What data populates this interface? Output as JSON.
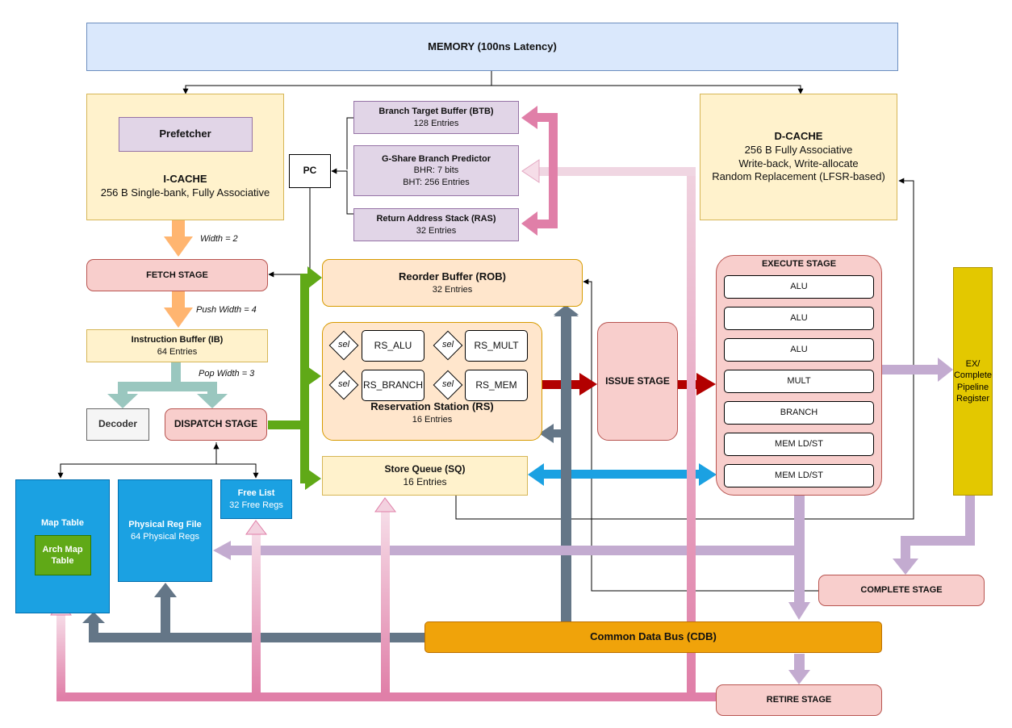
{
  "memory": {
    "label": "MEMORY (100ns Latency)"
  },
  "icache": {
    "prefetcher": "Prefetcher",
    "title": "I-CACHE",
    "desc": "256 B Single-bank, Fully Associative"
  },
  "dcache": {
    "title": "D-CACHE",
    "line1": "256 B Fully Associative",
    "line2": "Write-back, Write-allocate",
    "line3": "Random Replacement (LFSR-based)"
  },
  "btb": {
    "title": "Branch Target Buffer (BTB)",
    "desc": "128 Entries"
  },
  "gshare": {
    "title": "G-Share Branch Predictor",
    "line1": "BHR: 7 bits",
    "line2": "BHT: 256 Entries"
  },
  "ras": {
    "title": "Return Address Stack (RAS)",
    "desc": "32 Entries"
  },
  "pc": {
    "label": "PC"
  },
  "fetch": {
    "label": "FETCH STAGE"
  },
  "width_label": "Width = 2",
  "push_width_label": "Push Width = 4",
  "pop_width_label": "Pop Width = 3",
  "ib": {
    "title": "Instruction Buffer (IB)",
    "desc": "64 Entries"
  },
  "decoder": {
    "label": "Decoder"
  },
  "dispatch": {
    "label": "DISPATCH STAGE"
  },
  "rob": {
    "title": "Reorder Buffer (ROB)",
    "desc": "32 Entries"
  },
  "rs": {
    "title": "Reservation Station (RS)",
    "desc": "16 Entries",
    "sel_label": "sel",
    "units": [
      "RS_ALU",
      "RS_MULT",
      "RS_BRANCH",
      "RS_MEM"
    ]
  },
  "sq": {
    "title": "Store Queue (SQ)",
    "desc": "16 Entries"
  },
  "issue": {
    "label": "ISSUE STAGE"
  },
  "execute": {
    "title": "EXECUTE STAGE",
    "units": [
      "ALU",
      "ALU",
      "ALU",
      "MULT",
      "BRANCH",
      "MEM LD/ST",
      "MEM LD/ST"
    ]
  },
  "ex_reg": {
    "line1": "EX/",
    "line2": "Complete",
    "line3": "Pipeline",
    "line4": "Register"
  },
  "map_table": {
    "title": "Map Table",
    "arch_line1": "Arch Map",
    "arch_line2": "Table"
  },
  "prf": {
    "title": "Physical Reg File",
    "desc": "64 Physical Regs"
  },
  "free_list": {
    "title": "Free List",
    "desc": "32 Free Regs"
  },
  "complete": {
    "label": "COMPLETE STAGE"
  },
  "cdb": {
    "label": "Common Data Bus (CDB)"
  },
  "retire": {
    "label": "RETIRE STAGE"
  },
  "colors": {
    "fetch_arrow": "#ffb570",
    "ib_arrow": "#9ac7bf",
    "dispatch_arrow": "#60a917",
    "issue_arrow": "#b20000",
    "exec_arrow": "#c3abd0",
    "cdb_arrow": "#647687",
    "retire_arrow": "#e07fa8",
    "sq_arrow": "#1ba1e2"
  }
}
